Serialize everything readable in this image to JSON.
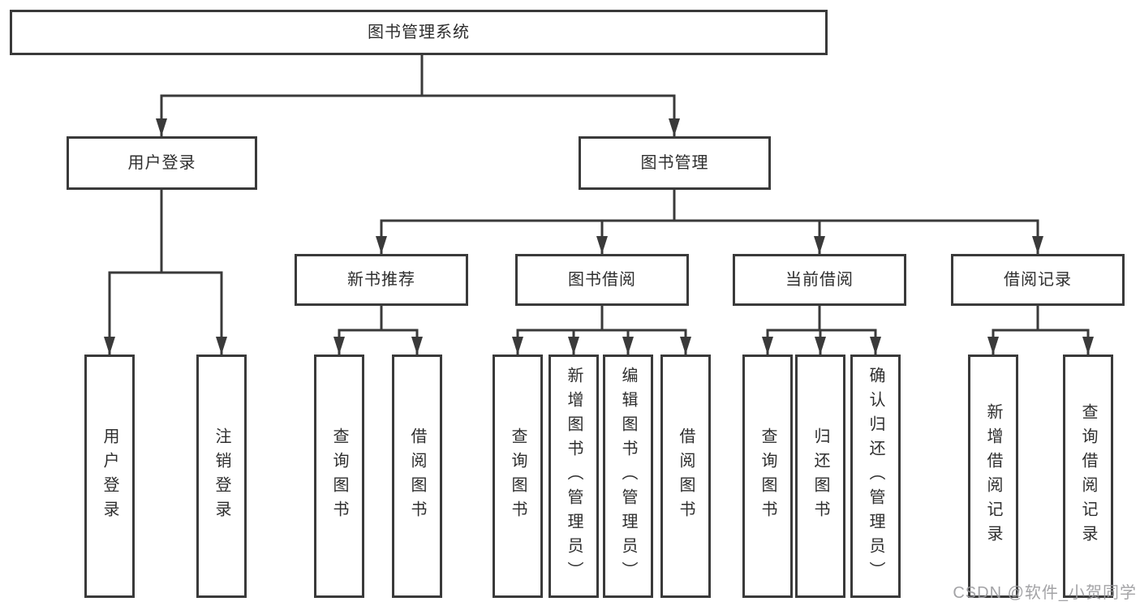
{
  "diagram": {
    "root": {
      "label": "图书管理系统"
    },
    "branches": [
      {
        "label": "用户登录",
        "children": [
          {
            "label": "用户登录"
          },
          {
            "label": "注销登录"
          }
        ]
      },
      {
        "label": "图书管理",
        "children": [
          {
            "label": "新书推荐",
            "children": [
              {
                "label": "查询图书"
              },
              {
                "label": "借阅图书"
              }
            ]
          },
          {
            "label": "图书借阅",
            "children": [
              {
                "label": "查询图书"
              },
              {
                "label": "新增图书（管理员）"
              },
              {
                "label": "编辑图书（管理员）"
              },
              {
                "label": "借阅图书"
              }
            ]
          },
          {
            "label": "当前借阅",
            "children": [
              {
                "label": "查询图书"
              },
              {
                "label": "归还图书"
              },
              {
                "label": "确认归还（管理员）"
              }
            ]
          },
          {
            "label": "借阅记录",
            "children": [
              {
                "label": "新增借阅记录"
              },
              {
                "label": "查询借阅记录"
              }
            ]
          }
        ]
      }
    ]
  },
  "watermark": {
    "text": "CSDN @软件_小贺同学"
  },
  "colors": {
    "line": "#3a3a3a",
    "text": "#2e2e2e",
    "watermark": "#9b9b9e",
    "background": "#ffffff"
  }
}
